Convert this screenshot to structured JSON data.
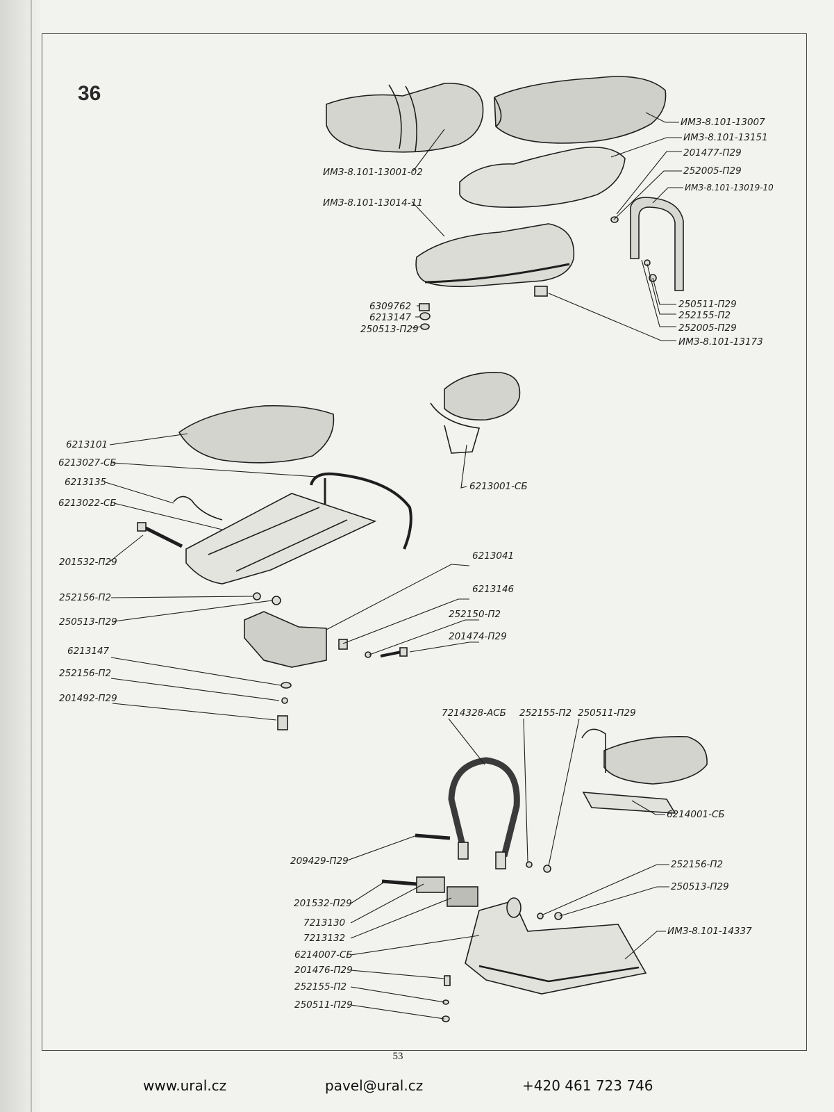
{
  "page": {
    "section_number": "36",
    "sheet_number": "53"
  },
  "labels": {
    "l01": "ИМЗ-8.101-13007",
    "l02": "ИМЗ-8.101-13151",
    "l03": "201477-П29",
    "l04": "252005-П29",
    "l05": "ИМЗ-8.101-13019-10",
    "l06": "ИМЗ-8.101-13001-02",
    "l07": "ИМЗ-8.101-13014-11",
    "l08": "6309762",
    "l09": "6213147",
    "l10": "250513-П29",
    "l11": "250511-П29",
    "l12": "252155-П2",
    "l13": "252005-П29",
    "l14": "ИМЗ-8.101-13173",
    "l15": "6213101",
    "l16": "6213027-СБ",
    "l17": "6213135",
    "l18": "6213022-СБ",
    "l19": "6213001-СБ",
    "l20": "201532-П29",
    "l21": "6213041",
    "l22": "6213146",
    "l23": "252156-П2",
    "l24": "250513-П29",
    "l25": "252150-П2",
    "l26": "201474-П29",
    "l27": "6213147",
    "l28": "252156-П2",
    "l29": "201492-П29",
    "l30": "7214328-АСБ",
    "l31": "252155-П2",
    "l32": "250511-П29",
    "l33": "6214001-СБ",
    "l34": "209429-П29",
    "l35": "252156-П2",
    "l36": "250513-П29",
    "l37": "201532-П29",
    "l38": "7213130",
    "l39": "7213132",
    "l40": "ИМЗ-8.101-14337",
    "l41": "6214007-СБ",
    "l42": "201476-П29",
    "l43": "252155-П2",
    "l44": "250511-П29"
  },
  "footer": {
    "website": "www.ural.cz",
    "email": "pavel@ural.cz",
    "phone": "+420 461 723 746"
  }
}
